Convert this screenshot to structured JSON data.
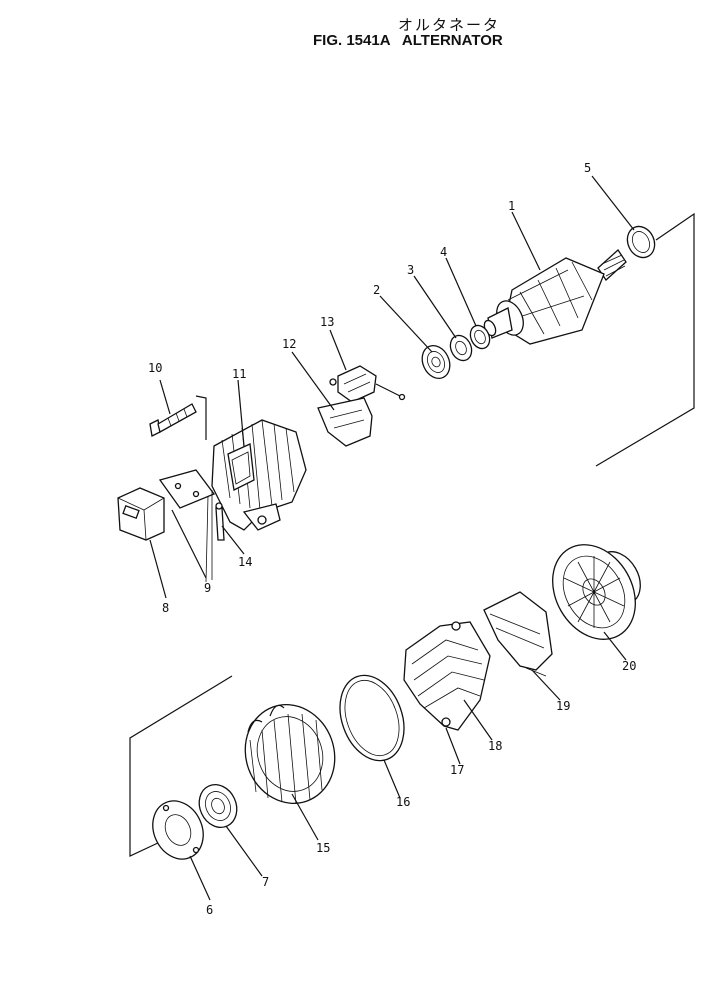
{
  "title": {
    "japanese": "オルタネータ",
    "main": "FIG. 1541A   ALTERNATOR"
  },
  "callouts": {
    "c1": "1",
    "c2": "2",
    "c3": "3",
    "c4": "4",
    "c5": "5",
    "c6": "6",
    "c7": "7",
    "c8": "8",
    "c9": "9",
    "c10": "10",
    "c11": "11",
    "c12": "12",
    "c13": "13",
    "c14": "14",
    "c15": "15",
    "c16": "16",
    "c17": "17",
    "c18": "18",
    "c19": "19",
    "c20": "20"
  }
}
